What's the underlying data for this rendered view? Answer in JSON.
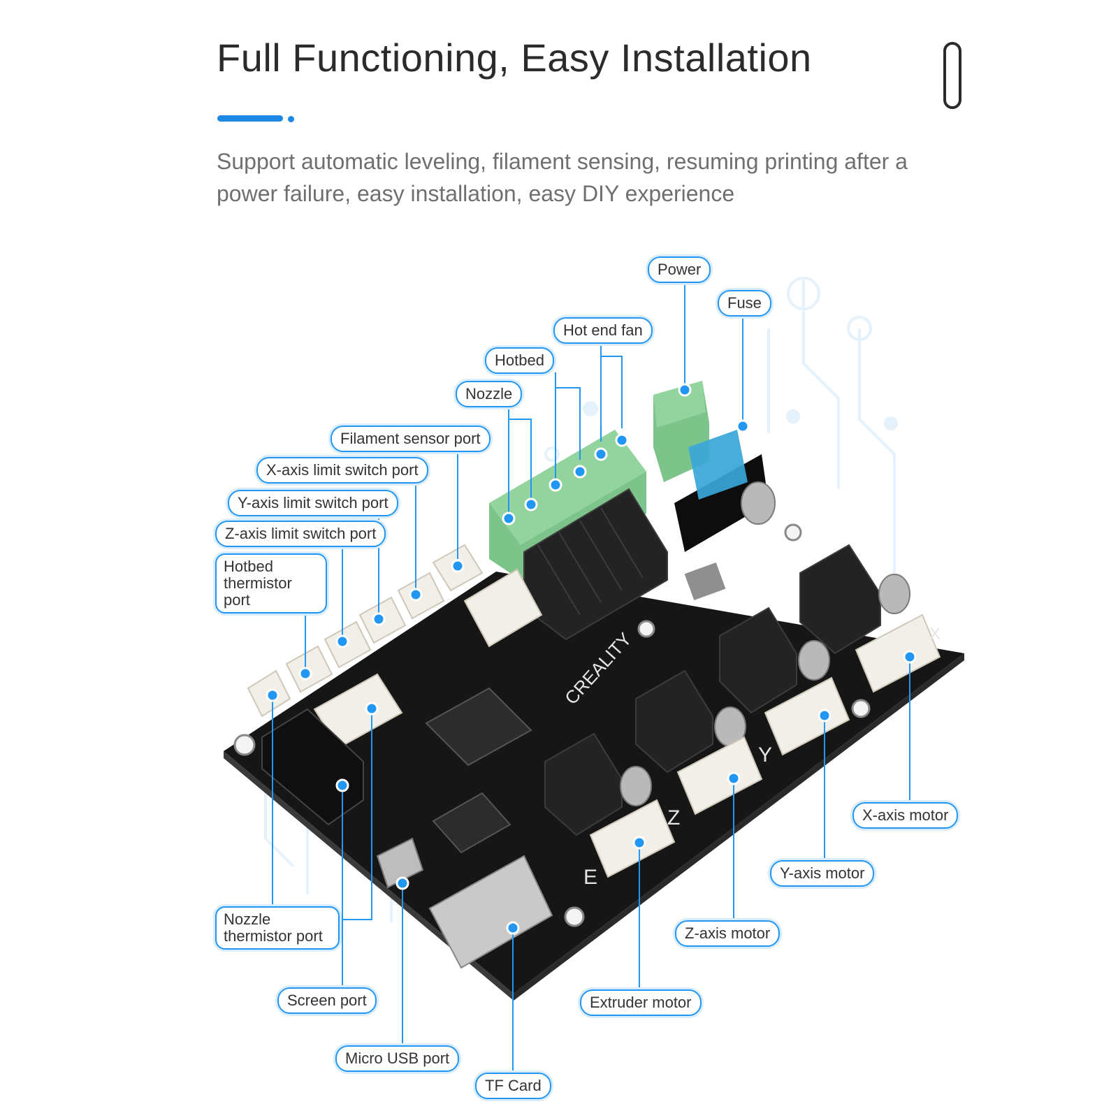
{
  "header": {
    "title": "Full Functioning, Easy Installation",
    "subtitle": "Support automatic leveling, filament sensing, resuming printing after a power failure, easy installation, easy DIY experience"
  },
  "board": {
    "brand": "CREALITY",
    "silkscreen_axes": [
      "X",
      "Y",
      "Z",
      "E"
    ]
  },
  "labels": {
    "power": "Power",
    "fuse": "Fuse",
    "hot_end_fan": "Hot end fan",
    "hotbed": "Hotbed",
    "nozzle": "Nozzle",
    "filament_sensor_port": "Filament sensor port",
    "x_axis_limit_switch_port": "X-axis limit switch port",
    "y_axis_limit_switch_port": "Y-axis limit switch port",
    "z_axis_limit_switch_port": "Z-axis limit switch port",
    "hotbed_thermistor_port": "Hotbed thermistor port",
    "nozzle_thermistor_port": "Nozzle thermistor port",
    "screen_port": "Screen port",
    "micro_usb_port": "Micro USB port",
    "tf_card": "TF Card",
    "extruder_motor": "Extruder motor",
    "z_axis_motor": "Z-axis motor",
    "y_axis_motor": "Y-axis motor",
    "x_axis_motor": "X-axis motor"
  },
  "colors": {
    "accent": "#1e88e5",
    "callout_line": "#2196f3",
    "terminal_green": "#7dc48a",
    "board_black": "#161616",
    "connector_white": "#f2efe8",
    "fuse_blue": "#3aa6d8"
  }
}
